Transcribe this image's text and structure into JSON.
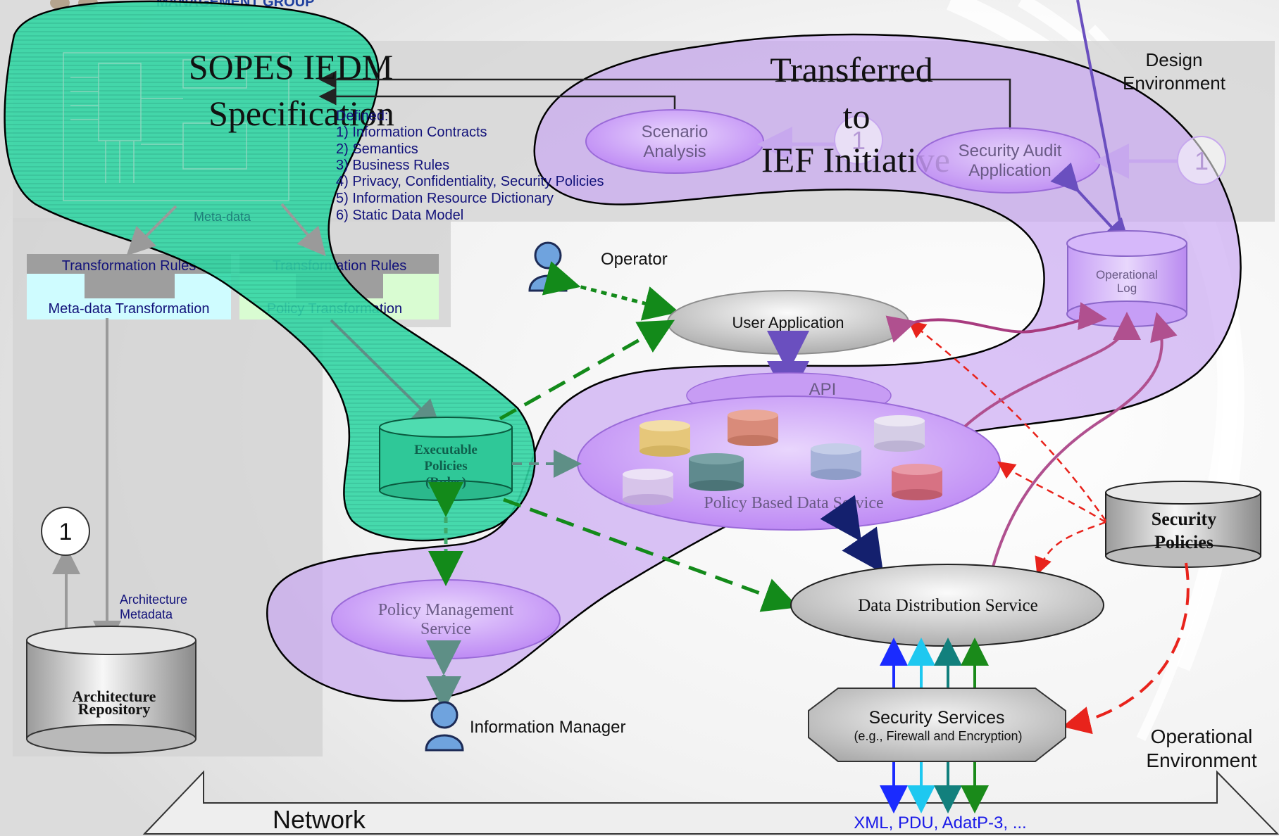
{
  "header": {
    "org_name": "MANAGEMENT GROUP"
  },
  "regions": {
    "design_environment": "Design Environment",
    "operational_environment": "Operational Environment"
  },
  "callouts": {
    "sopes_line1": "SOPES IEDM",
    "sopes_line2": "Specification",
    "transferred_line1": "Transferred",
    "transferred_line2": "to",
    "transferred_line3": "IEF Initiative"
  },
  "defined_list": {
    "title": "Defined:",
    "items": [
      "1) Information Contracts",
      "2) Semantics",
      "3) Business Rules",
      "4) Privacy, Confidentiality, Security Policies",
      "5) Information Resource Dictionary",
      "6) Static Data Model"
    ]
  },
  "labels": {
    "meta_data": "Meta-data",
    "transformation_rules_1": "Transformation Rules",
    "meta_data_transformation": "Meta-data Transformation",
    "transformation_rules_2": "Transformation Rules",
    "policy_transformation": "Policy Transformation",
    "architecture_metadata_line1": "Architecture",
    "architecture_metadata_line2": "Metadata",
    "operator": "Operator",
    "information_manager": "Information Manager",
    "network": "Network",
    "protocols": "XML, PDU, AdatP-3, ..."
  },
  "nodes": {
    "scenario_analysis_line1": "Scenario",
    "scenario_analysis_line2": "Analysis",
    "security_audit_line1": "Security Audit",
    "security_audit_line2": "Application",
    "operational_log_line1": "Operational",
    "operational_log_line2": "Log",
    "user_application": "User Application",
    "api": "API",
    "executable_policies_line1": "Executable",
    "executable_policies_line2": "Policies",
    "executable_policies_line3": "(Rules)",
    "policy_based_data_service": "Policy Based Data Service",
    "security_policies_line1": "Security",
    "security_policies_line2": "Policies",
    "data_distribution_service": "Data Distribution Service",
    "policy_management_line1": "Policy Management",
    "policy_management_line2": "Service",
    "architecture_repository_line1": "Architecture",
    "architecture_repository_line2": "Repository",
    "security_services_line1": "Security Services",
    "security_services_line2": "(e.g., Firewall and Encryption)"
  },
  "badges": {
    "badge_left": "1",
    "badge_scenario": "1",
    "badge_audit": "1"
  },
  "colors": {
    "green_blob": "#2fd3a0",
    "purple_blob": "#c9a6f2",
    "purple_node": "#c48ef7",
    "navy_text": "#12127a",
    "teal_text": "#1e7f7a",
    "green_arrow": "#138a1a",
    "red_arrow": "#e8231c",
    "magenta_arrow": "#b0508f"
  }
}
